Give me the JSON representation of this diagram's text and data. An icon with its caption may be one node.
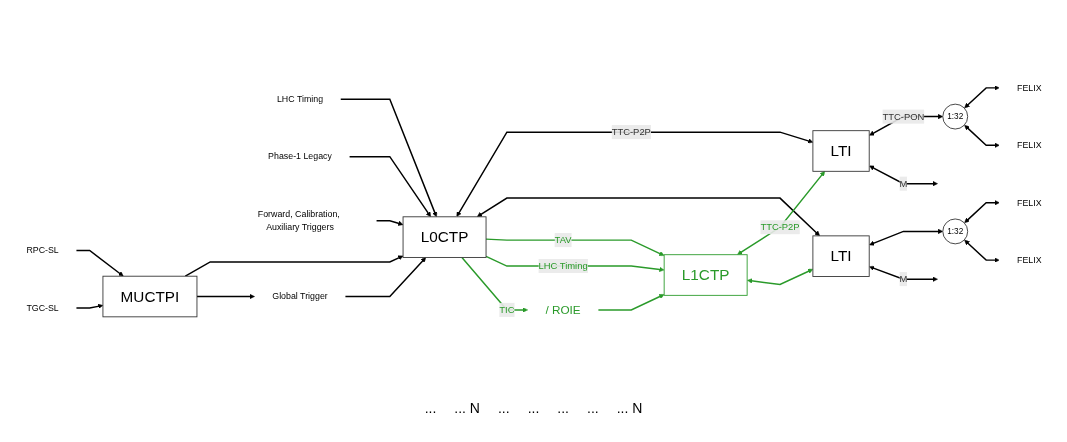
{
  "diagram": {
    "nodes": [
      {
        "text": [
          "LHC Timing"
        ]
      },
      {
        "text": [
          "Phase-1 Legacy"
        ]
      },
      {
        "text": [
          "Forward, Calibration, Auxiliary Triggers"
        ]
      },
      {
        "text": [
          "RPC-SL"
        ]
      },
      {
        "text": [
          "TGC-SL"
        ]
      },
      {
        "text": [
          "MUCTPI"
        ]
      },
      {
        "text": [
          "L0CTP"
        ]
      },
      {
        "text": [
          "LTI"
        ]
      },
      {
        "text": [
          "LTI"
        ]
      },
      {
        "text": [
          "L1CTP"
        ]
      },
      {
        "text": [
          "1:32"
        ]
      },
      {
        "text": [
          "1:32"
        ]
      },
      {
        "text": [
          "FELIX"
        ]
      },
      {
        "text": [
          "FELIX"
        ]
      },
      {
        "text": [
          "FELIX"
        ]
      },
      {
        "text": [
          "FELIX"
        ]
      },
      {
        "text": [
          "Global Trigger"
        ]
      },
      {
        "text": [
          "/ ROIE"
        ]
      }
    ],
    "edges": [
      {
        "from": 0,
        "to": 6,
        "arrow": "to"
      },
      {
        "from": 1,
        "to": 6,
        "arrow": "to"
      },
      {
        "from": 2,
        "to": 6,
        "arrow": "to"
      },
      {
        "from": 3,
        "to": 5,
        "arrow": "to"
      },
      {
        "from": 4,
        "to": 5,
        "arrow": "to"
      },
      {
        "from": 5,
        "to": 6,
        "arrow": "to"
      },
      {
        "from": 5,
        "to": 16,
        "arrow": "to"
      },
      {
        "from": 16,
        "to": 6,
        "arrow": "to"
      },
      {
        "from": 6,
        "to": 7,
        "label": "TTC-P2P",
        "arrow": "both"
      },
      {
        "from": 6,
        "to": 8,
        "arrow": "both"
      },
      {
        "from": 6,
        "to": 9,
        "label": "TAV",
        "arrow": "to",
        "color": "#2a9a2a"
      },
      {
        "from": 6,
        "to": 9,
        "label": "LHC Timing",
        "arrow": "to",
        "color": "#2a9a2a"
      },
      {
        "from": 6,
        "to": 17,
        "label": "TIC",
        "arrow": "to",
        "color": "#2a9a2a"
      },
      {
        "from": 17,
        "to": 9,
        "arrow": "to",
        "color": "#2a9a2a"
      },
      {
        "from": 9,
        "to": 7,
        "label": "TTC-P2P",
        "arrow": "both",
        "color": "#2a9a2a"
      },
      {
        "from": 9,
        "to": 8,
        "arrow": "both",
        "color": "#2a9a2a"
      },
      {
        "from": 7,
        "to": 10,
        "label": "TTC-PON",
        "arrow": "both"
      },
      {
        "from": 7,
        "to": null,
        "label": "M",
        "arrow": "both"
      },
      {
        "from": 8,
        "to": 11,
        "arrow": "both"
      },
      {
        "from": 8,
        "to": null,
        "label": "M",
        "arrow": "both"
      },
      {
        "from": 10,
        "to": 12,
        "arrow": "both"
      },
      {
        "from": 10,
        "to": 13,
        "arrow": "both"
      },
      {
        "from": 11,
        "to": 14,
        "arrow": "both"
      },
      {
        "from": 11,
        "to": 15,
        "arrow": "both"
      }
    ],
    "labels": [
      "...",
      "... N",
      "...",
      "...",
      "...",
      "...",
      "... N"
    ]
  }
}
